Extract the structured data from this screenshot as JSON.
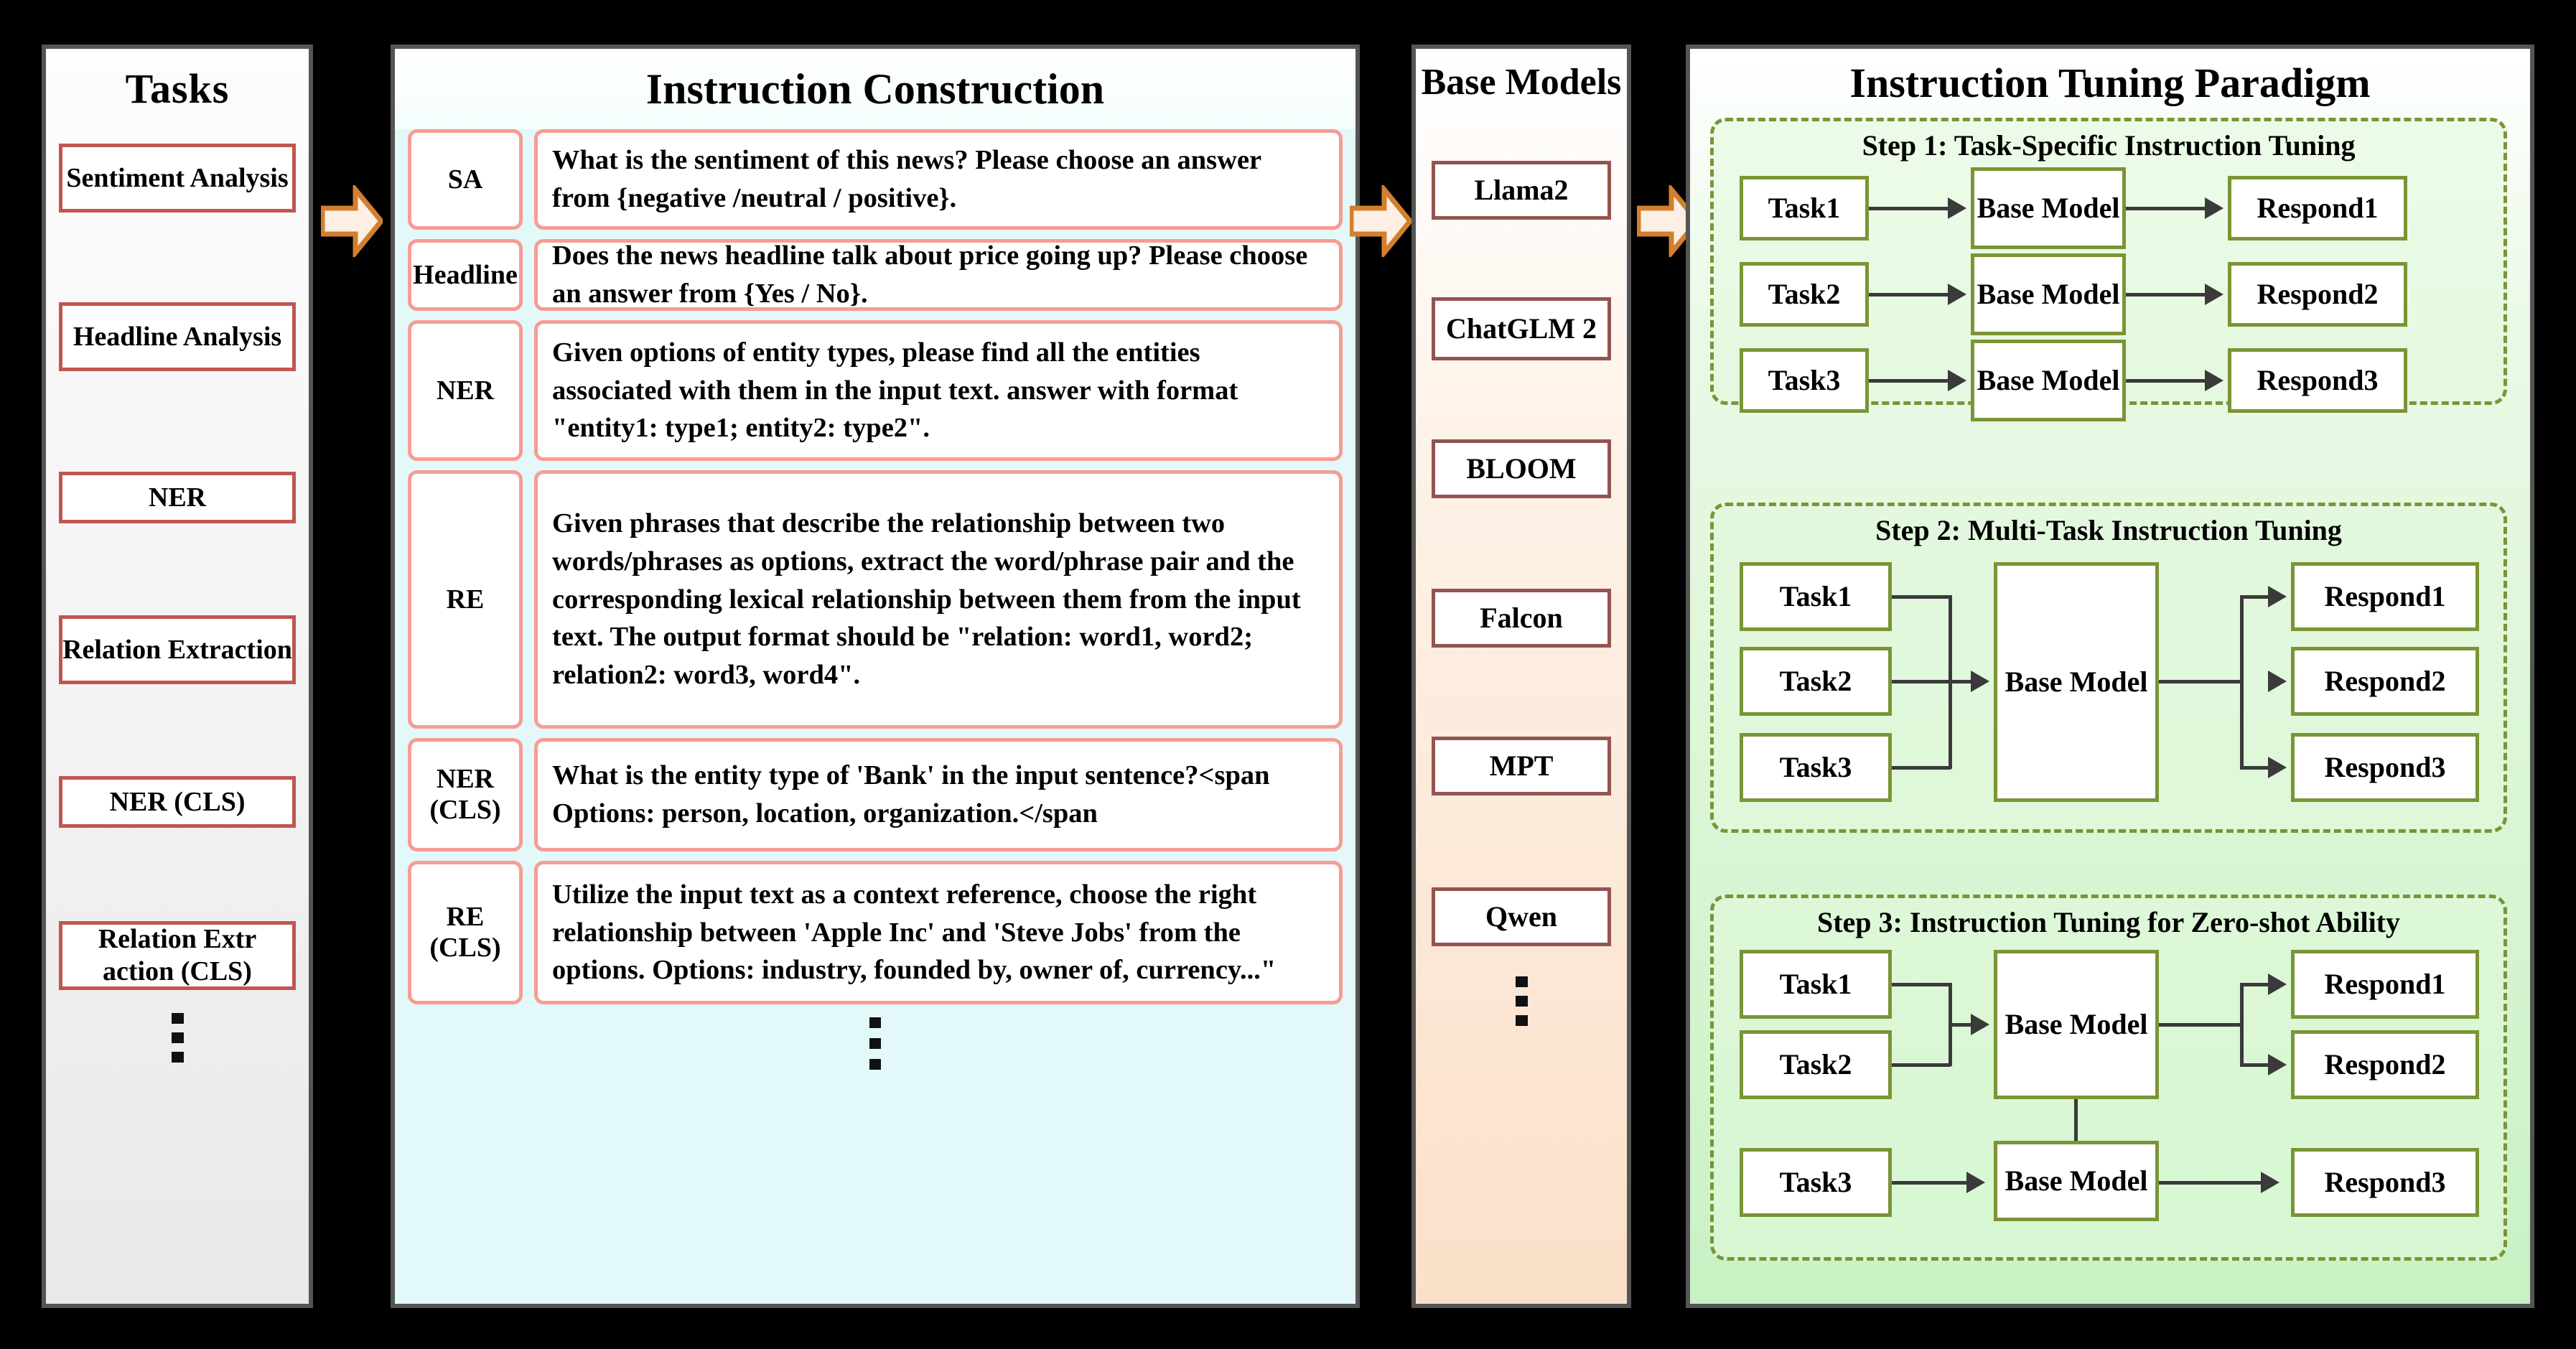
{
  "colors": {
    "background": "#000000",
    "panel_border": "#555555",
    "task_box_border": "#c1554f",
    "instruction_box_border": "#f79c93",
    "instruction_panel_bg": "#e2f8f9",
    "base_model_box_border": "#94544f",
    "base_model_panel_bg": "#fbe0c9",
    "paradigm_accent": "#7b9436",
    "paradigm_panel_bg": "#c9f2c4",
    "arrow_fill": "#fdefe3",
    "arrow_stroke": "#d2802f",
    "connector": "#3a3a3a"
  },
  "tasks": {
    "title": "Tasks",
    "items": [
      "Sentiment Analysis",
      "Headline Analysis",
      "NER",
      "Relation Extraction",
      "NER (CLS)",
      "Relation Extr action (CLS)"
    ],
    "ellipsis": "vertical-ellipsis"
  },
  "instruction_construction": {
    "title": "Instruction Construction",
    "rows": [
      {
        "tag": "SA",
        "text": "What is the sentiment of this news? Please choose an answer from {negative /neutral / positive}."
      },
      {
        "tag": "Headline",
        "text": "Does the news headline talk about price going up? Please choose an answer from {Yes / No}."
      },
      {
        "tag": "NER",
        "text": "Given options of entity types, please find all the entities associated with them in the input text. answer with format \"entity1: type1; entity2: type2\"."
      },
      {
        "tag": "RE",
        "text": "Given phrases that describe the relationship between two words/phrases as options, extract the word/phrase pair and the corresponding lexical relationship between them from the input text. The output format should be \"relation: word1, word2; relation2: word3, word4\"."
      },
      {
        "tag": "NER (CLS)",
        "text": "What is the entity type of 'Bank' in the input sentence?<span Options: person, location, organization.</span"
      },
      {
        "tag": "RE (CLS)",
        "text": "Utilize the input text as a context reference, choose the right relationship between 'Apple Inc' and 'Steve Jobs' from the options. Options: industry, founded by, owner of, currency...\""
      }
    ],
    "ellipsis": "vertical-ellipsis"
  },
  "base_models": {
    "title": "Base Models",
    "items": [
      "Llama2",
      "ChatGLM 2",
      "BLOOM",
      "Falcon",
      "MPT",
      "Qwen"
    ],
    "ellipsis": "vertical-ellipsis"
  },
  "instruction_tuning_paradigm": {
    "title": "Instruction Tuning Paradigm",
    "steps": [
      {
        "title": "Step 1: Task-Specific Instruction Tuning",
        "rows": [
          {
            "task": "Task1",
            "model": "Base Model",
            "respond": "Respond1"
          },
          {
            "task": "Task2",
            "model": "Base Model",
            "respond": "Respond2"
          },
          {
            "task": "Task3",
            "model": "Base Model",
            "respond": "Respond3"
          }
        ]
      },
      {
        "title": "Step 2: Multi-Task Instruction Tuning",
        "tasks": [
          "Task1",
          "Task2",
          "Task3"
        ],
        "model": "Base Model",
        "responds": [
          "Respond1",
          "Respond2",
          "Respond3"
        ]
      },
      {
        "title": "Step 3: Instruction Tuning for Zero-shot Ability",
        "tasks_upper": [
          "Task1",
          "Task2"
        ],
        "model_upper": "Base Model",
        "responds_upper": [
          "Respond1",
          "Respond2"
        ],
        "task_lower": "Task3",
        "model_lower": "Base Model",
        "respond_lower": "Respond3"
      }
    ]
  },
  "flow_arrows": [
    {
      "name": "arrow-tasks-to-instruction"
    },
    {
      "name": "arrow-instruction-to-models"
    },
    {
      "name": "arrow-models-to-paradigm"
    }
  ]
}
